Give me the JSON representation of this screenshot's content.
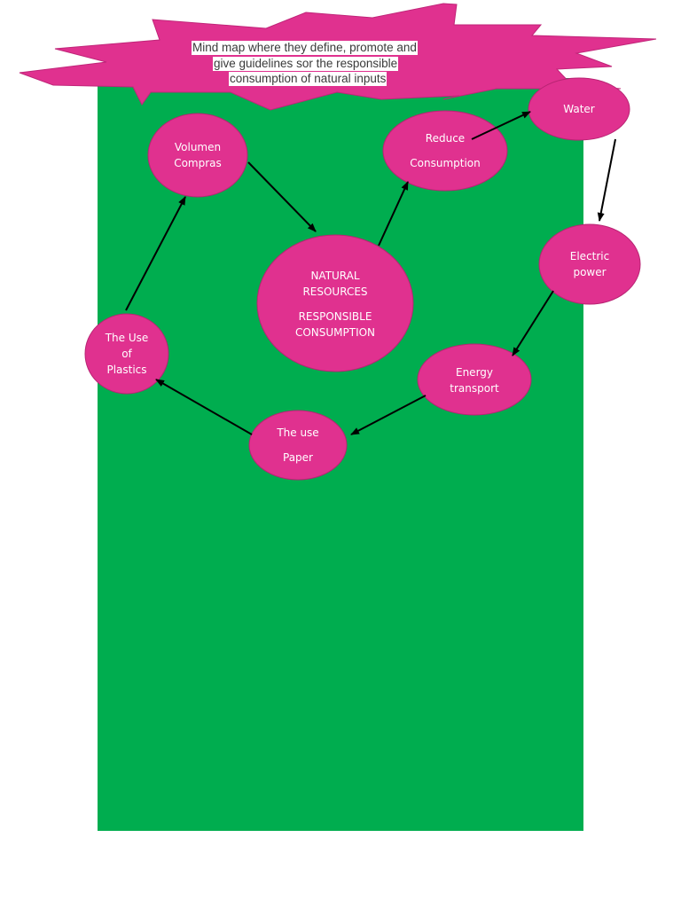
{
  "colors": {
    "background": "#ffffff",
    "panel": "#00ad4f",
    "node_fill": "#e0318f",
    "node_stroke": "#b82473",
    "arrow": "#000000",
    "title_text": "#3a3a3a"
  },
  "title": {
    "lines": [
      "Mind map where they define, promote and",
      "give guidelines sor the responsible",
      "consumption of natural inputs"
    ]
  },
  "nodes": {
    "central": {
      "line1": "NATURAL",
      "line2": "RESOURCES",
      "line3": "RESPONSIBLE",
      "line4": "CONSUMPTION"
    },
    "volumen": {
      "line1": "Volumen",
      "line2": "Compras"
    },
    "reduce": {
      "line1": "Reduce",
      "line2": "Consumption"
    },
    "water": {
      "line1": "Water"
    },
    "electric": {
      "line1": "Electric",
      "line2": "power"
    },
    "energy": {
      "line1": "Energy",
      "line2": "transport"
    },
    "paper": {
      "line1": "The use",
      "line2": "Paper"
    },
    "plastics": {
      "line1": "The Use",
      "line2": "of",
      "line3": "Plastics"
    }
  }
}
